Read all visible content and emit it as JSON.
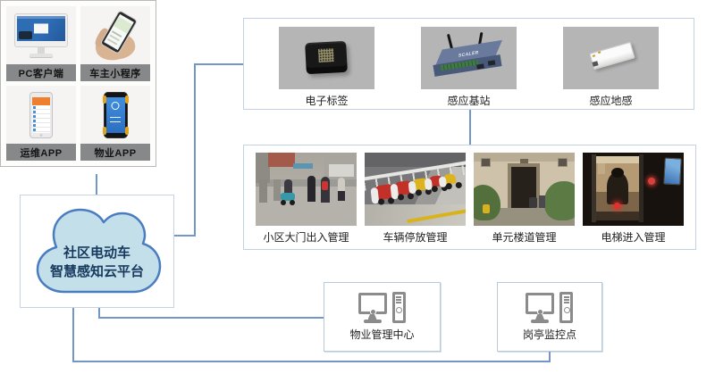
{
  "clients_panel": {
    "items": [
      {
        "label": "PC客户端"
      },
      {
        "label": "车主小程序"
      },
      {
        "label": "运维APP"
      },
      {
        "label": "物业APP"
      }
    ]
  },
  "cloud": {
    "title_line1": "社区电动车",
    "title_line2": "智慧感知云平台"
  },
  "devices_panel": {
    "items": [
      {
        "label": "电子标签"
      },
      {
        "label": "感应基站",
        "brand": "SCALER"
      },
      {
        "label": "感应地感"
      }
    ]
  },
  "scenes_panel": {
    "items": [
      {
        "label": "小区大门出入管理"
      },
      {
        "label": "车辆停放管理"
      },
      {
        "label": "单元楼道管理"
      },
      {
        "label": "电梯进入管理"
      }
    ]
  },
  "centers": {
    "items": [
      {
        "label": "物业管理中心"
      },
      {
        "label": "岗亭监控点"
      }
    ]
  },
  "colors": {
    "connector": "#7396c8",
    "panel_border": "#c3d2e2",
    "cloud_fill": "#c3e0ea",
    "cloud_border": "#4a7cc0",
    "cloud_text": "#17395e",
    "label_bar": "#87888a",
    "device_tile_bg": "#b5b5b5"
  }
}
